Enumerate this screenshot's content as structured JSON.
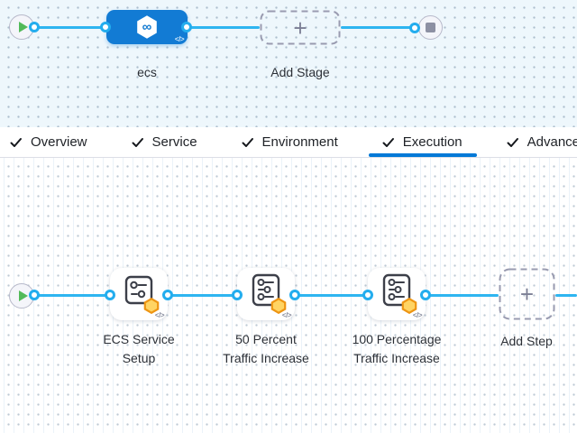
{
  "stage_panel": {
    "stage_name": "ecs",
    "add_stage_label": "Add Stage",
    "plus_glyph": "+",
    "code_toggle_glyph": "</>",
    "infinity_glyph": "∞"
  },
  "tab_bar": {
    "check_glyph": "✓",
    "active_tab": "Execution",
    "tabs": [
      {
        "label": "Overview",
        "checked": true
      },
      {
        "label": "Service",
        "checked": true
      },
      {
        "label": "Environment",
        "checked": true
      },
      {
        "label": "Execution",
        "checked": true
      },
      {
        "label": "Advanced",
        "checked": true
      }
    ]
  },
  "execution_panel": {
    "steps": [
      {
        "label": "ECS Service Setup",
        "lines": [
          "ECS Service",
          "Setup"
        ]
      },
      {
        "label": "50 Percent Traffic Increase",
        "lines": [
          "50 Percent",
          "Traffic Increase"
        ]
      },
      {
        "label": "100 Percentage Traffic Increase",
        "lines": [
          "100 Percentage",
          "Traffic Increase"
        ]
      }
    ],
    "add_step_label": "Add Step",
    "plus_glyph": "+",
    "code_toggle_glyph": "</>"
  },
  "colors": {
    "node_blue": "#127bd4",
    "connector_blue": "#2eb5f0",
    "tab_underline_blue": "#0379d7",
    "play_green": "#52ba59",
    "stop_gray": "#8d90a3",
    "badge_orange": "#f59c13",
    "canvas_top_bg": "#eef7fc"
  }
}
